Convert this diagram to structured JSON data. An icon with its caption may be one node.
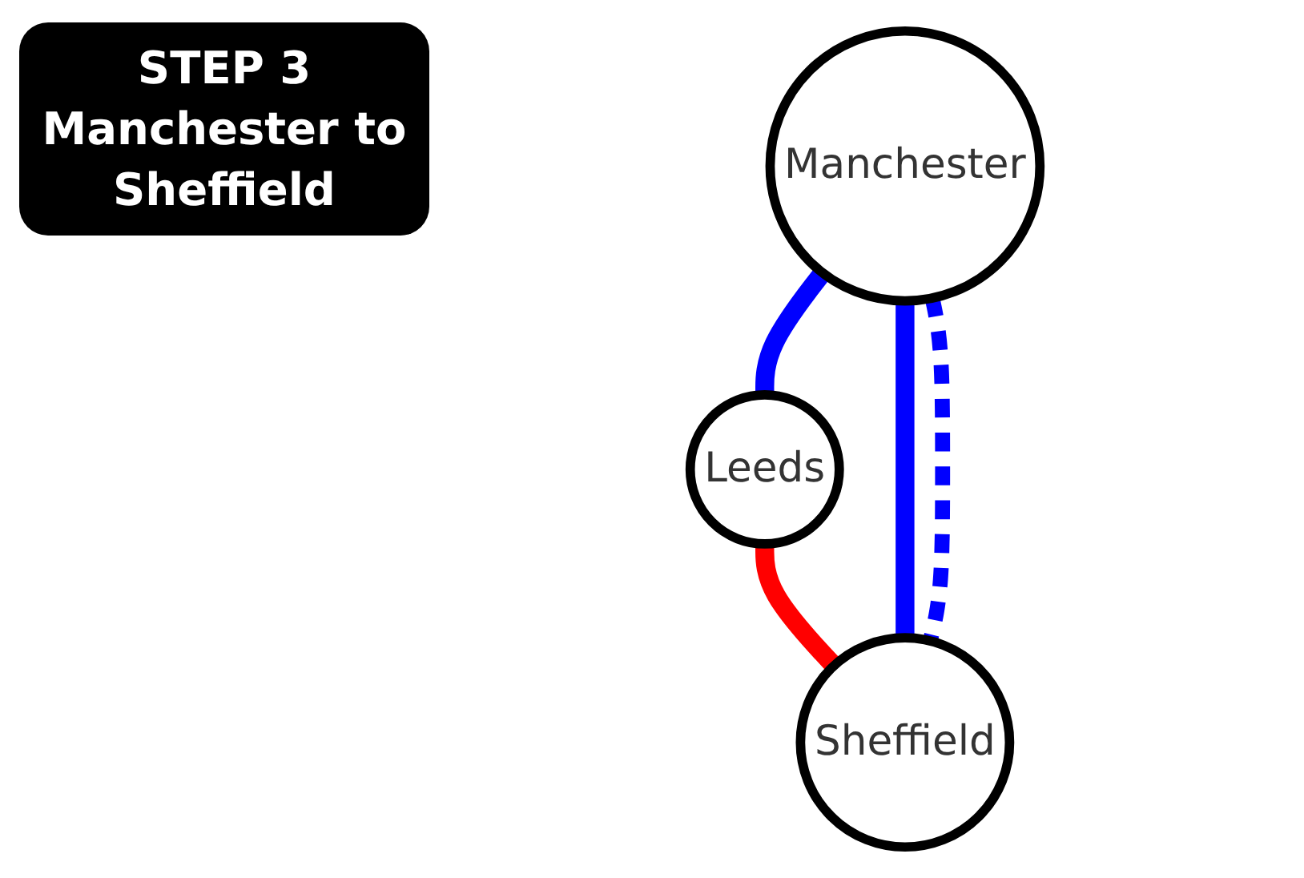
{
  "diagram": {
    "title": "STEP 3 Manchester to Sheffield",
    "nodes": [
      {
        "text": [
          "Leeds"
        ]
      },
      {
        "text": [
          "Manchester"
        ]
      },
      {
        "text": [
          "Sheffield"
        ]
      }
    ],
    "edges": [
      {
        "from": 1,
        "to": 0,
        "arrow": "none"
      },
      {
        "from": 0,
        "to": 2,
        "arrow": "none",
        "color": "#ff0000"
      },
      {
        "from": 1,
        "to": 2,
        "arrow": "none"
      },
      {
        "from": 1,
        "to": 2,
        "arrow": "none",
        "style": "dashed"
      }
    ]
  }
}
